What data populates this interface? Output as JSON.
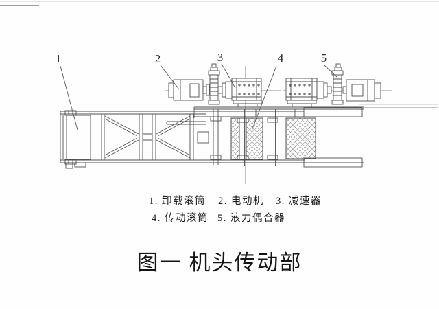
{
  "figure": {
    "part_labels": [
      "1",
      "2",
      "3",
      "4",
      "5"
    ],
    "legend": [
      "1. 卸载滚筒",
      "2. 电动机",
      "3. 减速器",
      "4. 传动滚筒",
      "5. 液力偶合器"
    ],
    "caption": "图一 机头传动部",
    "colors": {
      "drawing_line": "#4f4f4f",
      "centerline": "#b3b3b3",
      "hatch": "#8d8d8d",
      "page_edge": "#c9c9c9"
    }
  }
}
